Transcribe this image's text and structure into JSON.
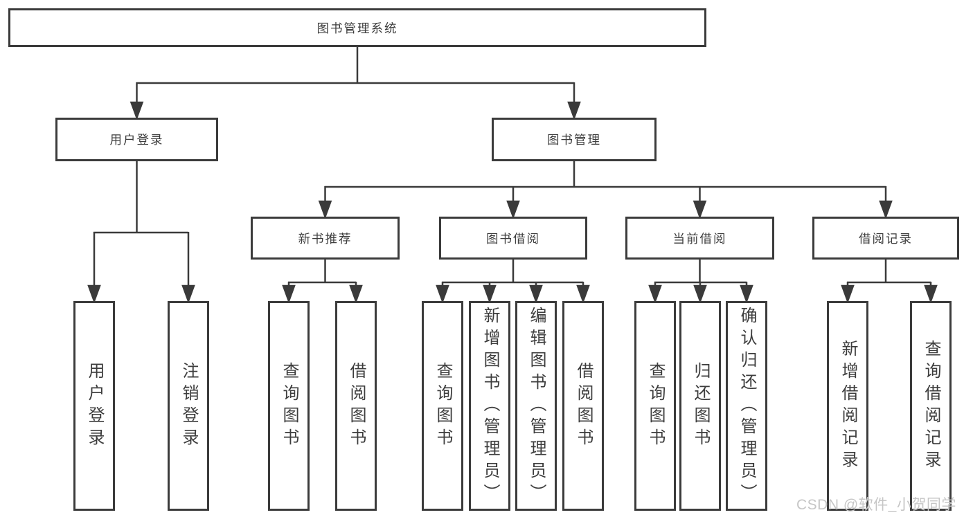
{
  "diagram_type": "hierarchy-tree",
  "colors": {
    "line": "#3a3a3a",
    "box_border": "#3b3b3b",
    "text": "#3d3d3d",
    "background": "#ffffff",
    "watermark": "#c6c6c6"
  },
  "tree": {
    "root": {
      "label": "图书管理系统",
      "children": [
        {
          "label": "用户登录",
          "children": [
            {
              "label": "用户登录"
            },
            {
              "label": "注销登录"
            }
          ]
        },
        {
          "label": "图书管理",
          "children": [
            {
              "label": "新书推荐",
              "children": [
                {
                  "label": "查询图书"
                },
                {
                  "label": "借阅图书"
                }
              ]
            },
            {
              "label": "图书借阅",
              "children": [
                {
                  "label": "查询图书"
                },
                {
                  "label": "新增图书（管理员）"
                },
                {
                  "label": "编辑图书（管理员）"
                },
                {
                  "label": "借阅图书"
                }
              ]
            },
            {
              "label": "当前借阅",
              "children": [
                {
                  "label": "查询图书"
                },
                {
                  "label": "归还图书"
                },
                {
                  "label": "确认归还（管理员）"
                }
              ]
            },
            {
              "label": "借阅记录",
              "children": [
                {
                  "label": "新增借阅记录"
                },
                {
                  "label": "查询借阅记录"
                }
              ]
            }
          ]
        }
      ]
    }
  },
  "watermark": {
    "text": "CSDN @软件_小贺同学"
  }
}
